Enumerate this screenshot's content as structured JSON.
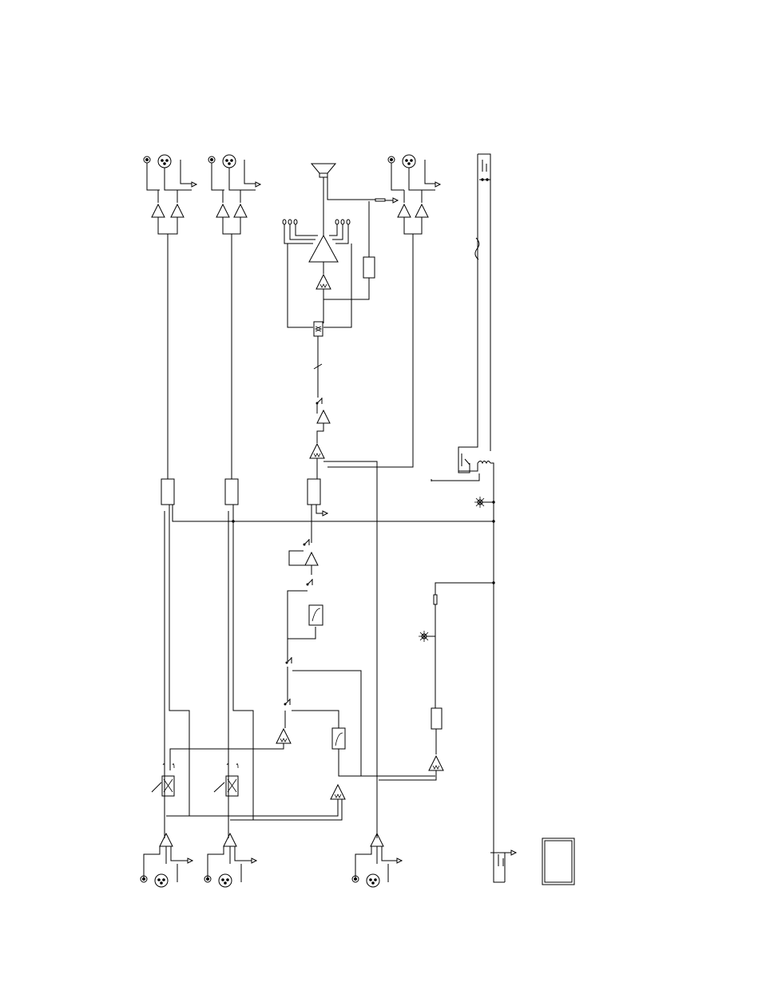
{
  "diagram": {
    "kind": "audio mixer block schematic",
    "labels": [],
    "colors": {
      "line": "#000000",
      "background": "#ffffff"
    },
    "components": {
      "input_channels": [
        "input-1",
        "input-2",
        "input-3"
      ],
      "output_channels": [
        "output-1",
        "output-2",
        "output-3"
      ],
      "icons": [
        "xlr-connector-icon",
        "amplifier-icon",
        "speaker-icon",
        "lamp-icon",
        "fuse-icon",
        "transformer-icon",
        "filter-icon",
        "switch-icon"
      ]
    }
  }
}
